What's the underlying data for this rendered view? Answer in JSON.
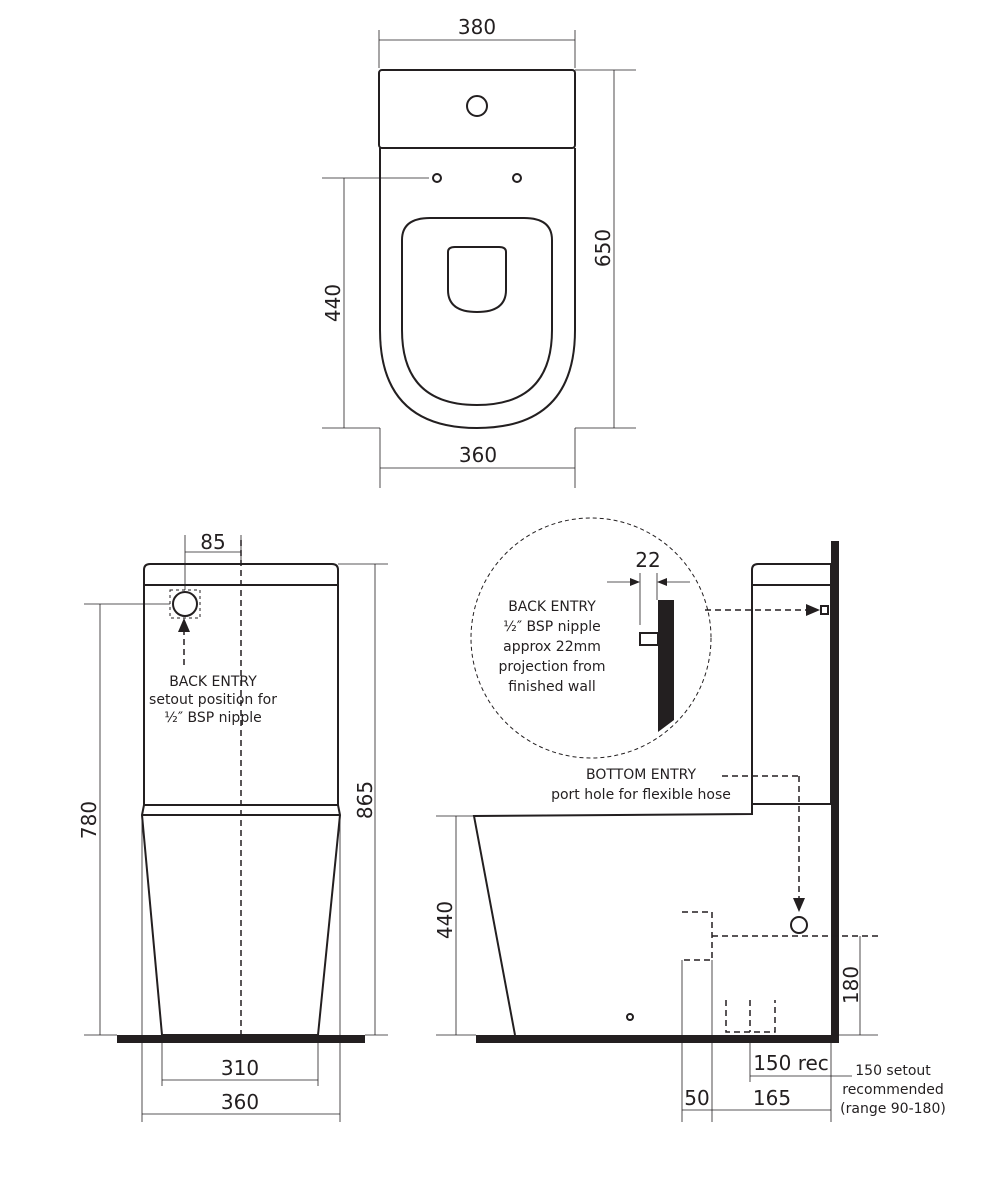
{
  "diagram": {
    "type": "technical drawing",
    "subject": "Close-coupled toilet suite dimensions",
    "units": "mm",
    "plan_view": {
      "dimensions": {
        "cistern_width": "380",
        "overall_depth": "650",
        "seat_fixing_to_front": "440",
        "pan_width": "360"
      }
    },
    "front_view": {
      "dimensions": {
        "back_entry_offset": "85",
        "back_entry_height": "780",
        "overall_height": "865",
        "base_width": "310",
        "pan_width": "360"
      },
      "notes": {
        "back_entry": [
          "BACK ENTRY",
          "setout position for",
          "½″ BSP nipple"
        ]
      }
    },
    "side_view": {
      "dimensions": {
        "nipple_projection": "22",
        "pan_height": "440",
        "bottom_entry_height": "180",
        "setout_rec": "150 rec",
        "wall_offset": "50",
        "setout_range_span": "165"
      },
      "notes": {
        "back_entry_detail": [
          "BACK ENTRY",
          "½″ BSP nipple",
          "approx 22mm",
          "projection from",
          "finished wall"
        ],
        "bottom_entry": [
          "BOTTOM ENTRY",
          "port hole for flexible hose"
        ],
        "setout": [
          "150 setout",
          "recommended",
          "(range 90-180)"
        ]
      }
    }
  }
}
